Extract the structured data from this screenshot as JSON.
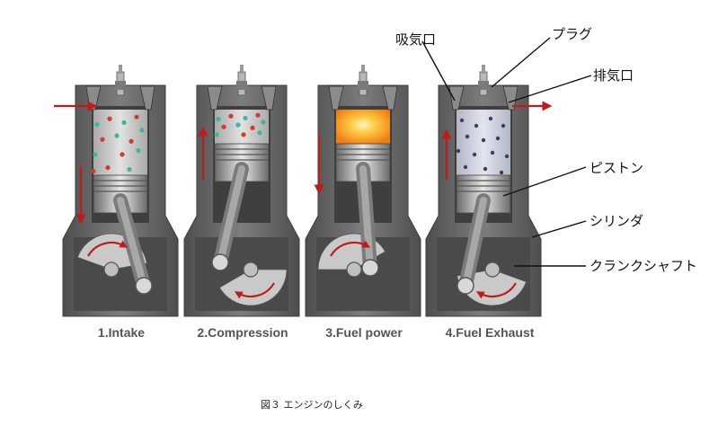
{
  "strokes": [
    {
      "label": "1.Intake"
    },
    {
      "label": "2.Compression"
    },
    {
      "label": "3.Fuel power"
    },
    {
      "label": "4.Fuel Exhaust"
    }
  ],
  "parts": {
    "intake_port": "吸気口",
    "spark_plug": "プラグ",
    "exhaust_port": "排気口",
    "piston": "ピストン",
    "cylinder": "シリンダ",
    "crankshaft": "クランクシャフト"
  },
  "caption": "図３  エンジンのしくみ",
  "colors": {
    "arrow_red": "#c01a1a",
    "block_dark": "#595959",
    "block_light": "#7a7a7a",
    "chamber_gray": "#cfcfcf",
    "combustion": "#f7a21a",
    "crank_disc": "#c9c9c9",
    "fuel_green": "#3bb89a",
    "fuel_red": "#d63a2a",
    "exhaust_dot": "#3a3f63"
  }
}
